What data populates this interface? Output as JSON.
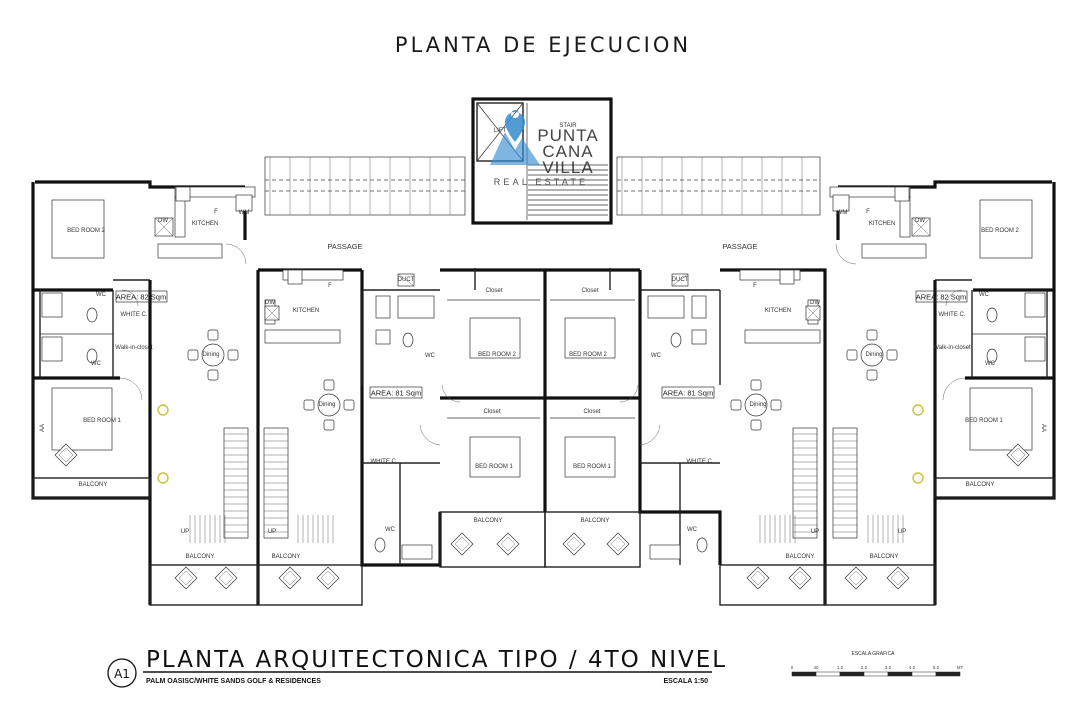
{
  "header": {
    "title": "PLANTA DE EJECUCION"
  },
  "watermark": {
    "line1": "PUNTA",
    "line2": "CANA",
    "line3": "VILLA",
    "line4": "REAL ESTATE",
    "brand_color": "#3b8fd1"
  },
  "core": {
    "lift_label": "LIFT",
    "stair_label": "STAIR"
  },
  "labels": {
    "passage": "PASSAGE",
    "kitchen": "KITCHEN",
    "dining": "Dining",
    "bed_room_1": "BED ROOM 1",
    "bed_room_2": "BED ROOM 2",
    "wc": "WC",
    "white_c": "WHITE C.",
    "walk_in_closet": "Walk-in-closet",
    "closet": "Closet",
    "balcony": "BALCONY",
    "up": "UP",
    "dw": "DW",
    "wm": "WM",
    "f": "F",
    "aa": "AA",
    "duct": "DUCT"
  },
  "areas": {
    "outer_unit": "AREA: 82 Sqm",
    "inner_unit": "AREA: 81 Sqm"
  },
  "footer": {
    "sheet_id": "A1",
    "title": "PLANTA ARQUITECTONICA TIPO / 4TO NIVEL",
    "project": "PALM OASISC/WHITE SANDS GOLF & RESIDENCES",
    "scale_text": "ESCALA 1:50"
  },
  "scale_bar": {
    "title": "ESCALA GRAFICA",
    "ticks": [
      "0",
      "40",
      "1.0",
      "2.0",
      "3.0",
      "4.0",
      "5.0",
      "MT"
    ]
  }
}
